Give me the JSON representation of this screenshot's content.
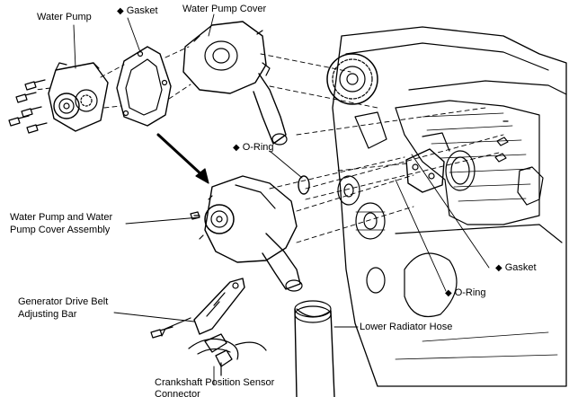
{
  "diagram": {
    "marker_symbol": "◆",
    "labels": {
      "water_pump": "Water Pump",
      "gasket_top": "Gasket",
      "water_pump_cover": "Water Pump Cover",
      "o_ring_top": "O-Ring",
      "assembly_line1": "Water Pump and Water",
      "assembly_line2": "Pump Cover Assembly",
      "gasket_right": "Gasket",
      "o_ring_bottom": "O-Ring",
      "adjusting_bar_line1": "Generator Drive Belt",
      "adjusting_bar_line2": "Adjusting Bar",
      "lower_radiator_hose": "Lower Radiator Hose",
      "crankshaft_line1": "Crankshaft Position Sensor",
      "crankshaft_line2": "Connector"
    },
    "colors": {
      "ink": "#000000",
      "paper": "#ffffff"
    }
  }
}
